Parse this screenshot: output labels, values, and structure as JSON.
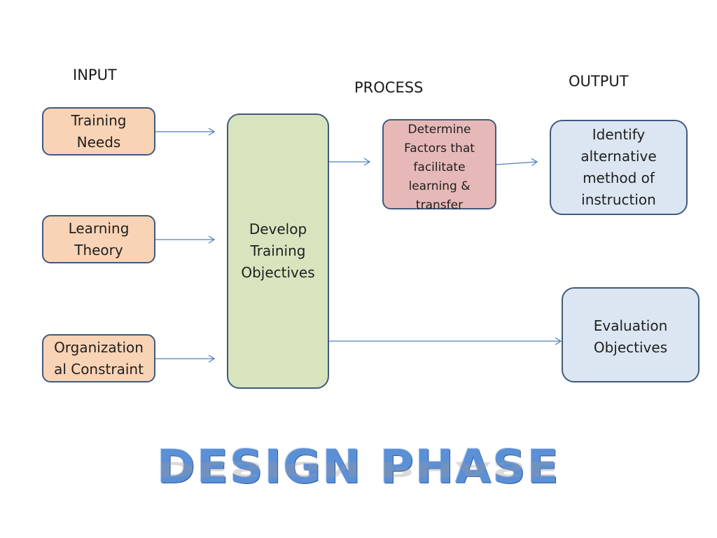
{
  "headers": {
    "input": "INPUT",
    "process": "PROCESS",
    "output": "OUTPUT"
  },
  "inputs": [
    {
      "text": "Training\nNeeds"
    },
    {
      "text": "Learning\nTheory"
    },
    {
      "text": "Organization\nal Constraint"
    }
  ],
  "process": {
    "main": "Develop\nTraining\nObjectives",
    "sub": "Determine\nFactors that\nfacilitate\nlearning &\ntransfer"
  },
  "outputs": [
    {
      "text": "Identify\nalternative\nmethod of\ninstruction"
    },
    {
      "text": "Evaluation\nObjectives"
    }
  ],
  "title": "DESIGN PHASE",
  "colors": {
    "input_fill": "#f9d3b5",
    "process_main_fill": "#d7e4bd",
    "process_sub_fill": "#e6b9b8",
    "output_fill": "#dce6f2",
    "border": "#3f5a7d",
    "arrow": "#4f81bd",
    "title": "#5b8fd6"
  }
}
